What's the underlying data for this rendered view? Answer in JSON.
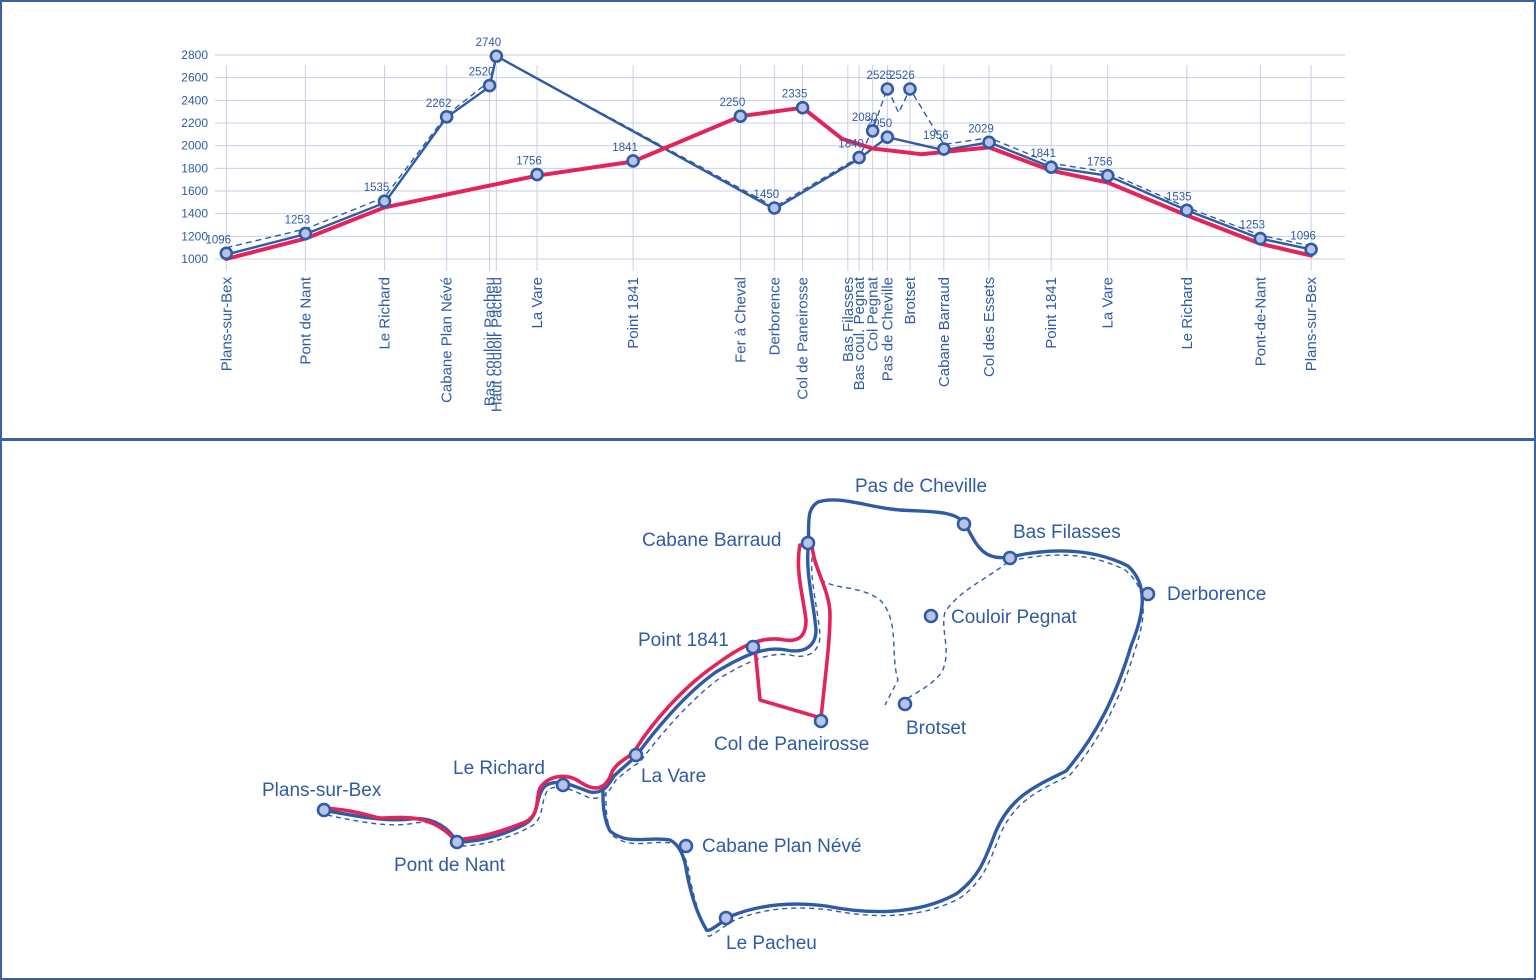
{
  "chart_data": {
    "type": "line",
    "ylim": [
      1000,
      2800
    ],
    "yticks": [
      1000,
      1200,
      1400,
      1600,
      1800,
      2000,
      2200,
      2400,
      2600,
      2800
    ],
    "grid": true,
    "categories": [
      "Plans-sur-Bex",
      "Pont de Nant",
      "Le Richard",
      "Cabane Plan Névé",
      "Bas couloir Pacheu",
      "Haut couloir Pacheu",
      "La Vare",
      "Point 1841",
      "Fer à Cheval",
      "Derborence",
      "Col de Paneirosse",
      "Bas Filasses",
      "Bas coul. Pegnat",
      "Col Pegnat",
      "Pas de Cheville",
      "Brotset",
      "Cabane Barraud",
      "Col des Essets",
      "Point 1841",
      "La Vare",
      "Le Richard",
      "Pont-de-Nant",
      "Plans-sur-Bex"
    ],
    "x": [
      1,
      8,
      15,
      20.5,
      24.3,
      24.9,
      28.5,
      37,
      46.5,
      49.5,
      52,
      56,
      57,
      58.2,
      59.5,
      61.5,
      64.5,
      68.5,
      74,
      79,
      86,
      92.5,
      97
    ],
    "series": [
      {
        "color": "#2f5ba6",
        "style": "solid",
        "points": [
          [
            1,
            1040
          ],
          [
            8,
            1220
          ],
          [
            15,
            1495
          ],
          [
            20.5,
            2250
          ],
          [
            24.3,
            2520
          ],
          [
            24.9,
            2790
          ],
          [
            49.5,
            1440
          ],
          [
            57,
            1885
          ],
          [
            59.5,
            2075
          ],
          [
            64.5,
            1960
          ],
          [
            68.5,
            2030
          ],
          [
            74,
            1810
          ],
          [
            79,
            1735
          ],
          [
            86,
            1430
          ],
          [
            92.5,
            1180
          ],
          [
            97,
            1085
          ]
        ]
      },
      {
        "color": "#2f5ba6",
        "style": "dashed",
        "points": [
          [
            1,
            1100
          ],
          [
            8,
            1265
          ],
          [
            15,
            1545
          ],
          [
            20.5,
            2270
          ],
          [
            24.3,
            2570
          ],
          [
            24.9,
            2790
          ],
          [
            49.5,
            1460
          ],
          [
            57,
            1900
          ],
          [
            58.2,
            2140
          ],
          [
            59.5,
            2510
          ],
          [
            60.5,
            2290
          ],
          [
            61.5,
            2500
          ],
          [
            64.5,
            2010
          ],
          [
            68.5,
            2070
          ],
          [
            74,
            1845
          ],
          [
            79,
            1765
          ],
          [
            86,
            1455
          ],
          [
            92.5,
            1210
          ],
          [
            97,
            1115
          ]
        ]
      },
      {
        "color": "#e3245a",
        "style": "solid",
        "points": [
          [
            1,
            1000
          ],
          [
            8,
            1180
          ],
          [
            15,
            1455
          ],
          [
            28.5,
            1735
          ],
          [
            37,
            1860
          ],
          [
            46.5,
            2260
          ],
          [
            52,
            2335
          ],
          [
            55.5,
            2060
          ],
          [
            58.2,
            1975
          ],
          [
            62.5,
            1925
          ],
          [
            68.5,
            1985
          ],
          [
            74,
            1780
          ],
          [
            79,
            1675
          ],
          [
            86,
            1385
          ],
          [
            92.5,
            1135
          ],
          [
            97,
            1030
          ]
        ]
      }
    ],
    "markers": [
      {
        "x": 1,
        "y": 1050,
        "label": "1096"
      },
      {
        "x": 8,
        "y": 1225,
        "label": "1253"
      },
      {
        "x": 15,
        "y": 1510,
        "label": "1535"
      },
      {
        "x": 20.5,
        "y": 2255,
        "label": "2262"
      },
      {
        "x": 24.3,
        "y": 2530,
        "label": "2520"
      },
      {
        "x": 24.9,
        "y": 2790,
        "label": "2740"
      },
      {
        "x": 28.5,
        "y": 1745,
        "label": "1756"
      },
      {
        "x": 37,
        "y": 1865,
        "label": "1841"
      },
      {
        "x": 46.5,
        "y": 2260,
        "label": "2250"
      },
      {
        "x": 49.5,
        "y": 1450,
        "label": "1450"
      },
      {
        "x": 52,
        "y": 2335,
        "label": "2335"
      },
      {
        "x": 57,
        "y": 1895,
        "label": "1840"
      },
      {
        "x": 58.2,
        "y": 2130,
        "label": "2080"
      },
      {
        "x": 59.5,
        "y": 2075,
        "label": "2050"
      },
      {
        "x": 59.5,
        "y": 2500,
        "label": "2525"
      },
      {
        "x": 61.5,
        "y": 2500,
        "label": "2526"
      },
      {
        "x": 64.5,
        "y": 1970,
        "label": "1956"
      },
      {
        "x": 68.5,
        "y": 2030,
        "label": "2029"
      },
      {
        "x": 74,
        "y": 1810,
        "label": "1841"
      },
      {
        "x": 79,
        "y": 1735,
        "label": "1756"
      },
      {
        "x": 86,
        "y": 1430,
        "label": "1535"
      },
      {
        "x": 92.5,
        "y": 1180,
        "label": "1253"
      },
      {
        "x": 97,
        "y": 1085,
        "label": "1096"
      }
    ]
  },
  "map": {
    "labels": [
      "Pas de Cheville",
      "Cabane Barraud",
      "Bas Filasses",
      "Derborence",
      "Couloir Pegnat",
      "Point 1841",
      "Col de Paneirosse",
      "Brotset",
      "Le Richard",
      "La Vare",
      "Plans-sur-Bex",
      "Pont de Nant",
      "Cabane Plan Névé",
      "Le Pacheu"
    ]
  },
  "colors": {
    "blue": "#2f5ba6",
    "red": "#e3245a",
    "grid": "#c9cfe6",
    "node_fill": "#b9c3e4"
  }
}
